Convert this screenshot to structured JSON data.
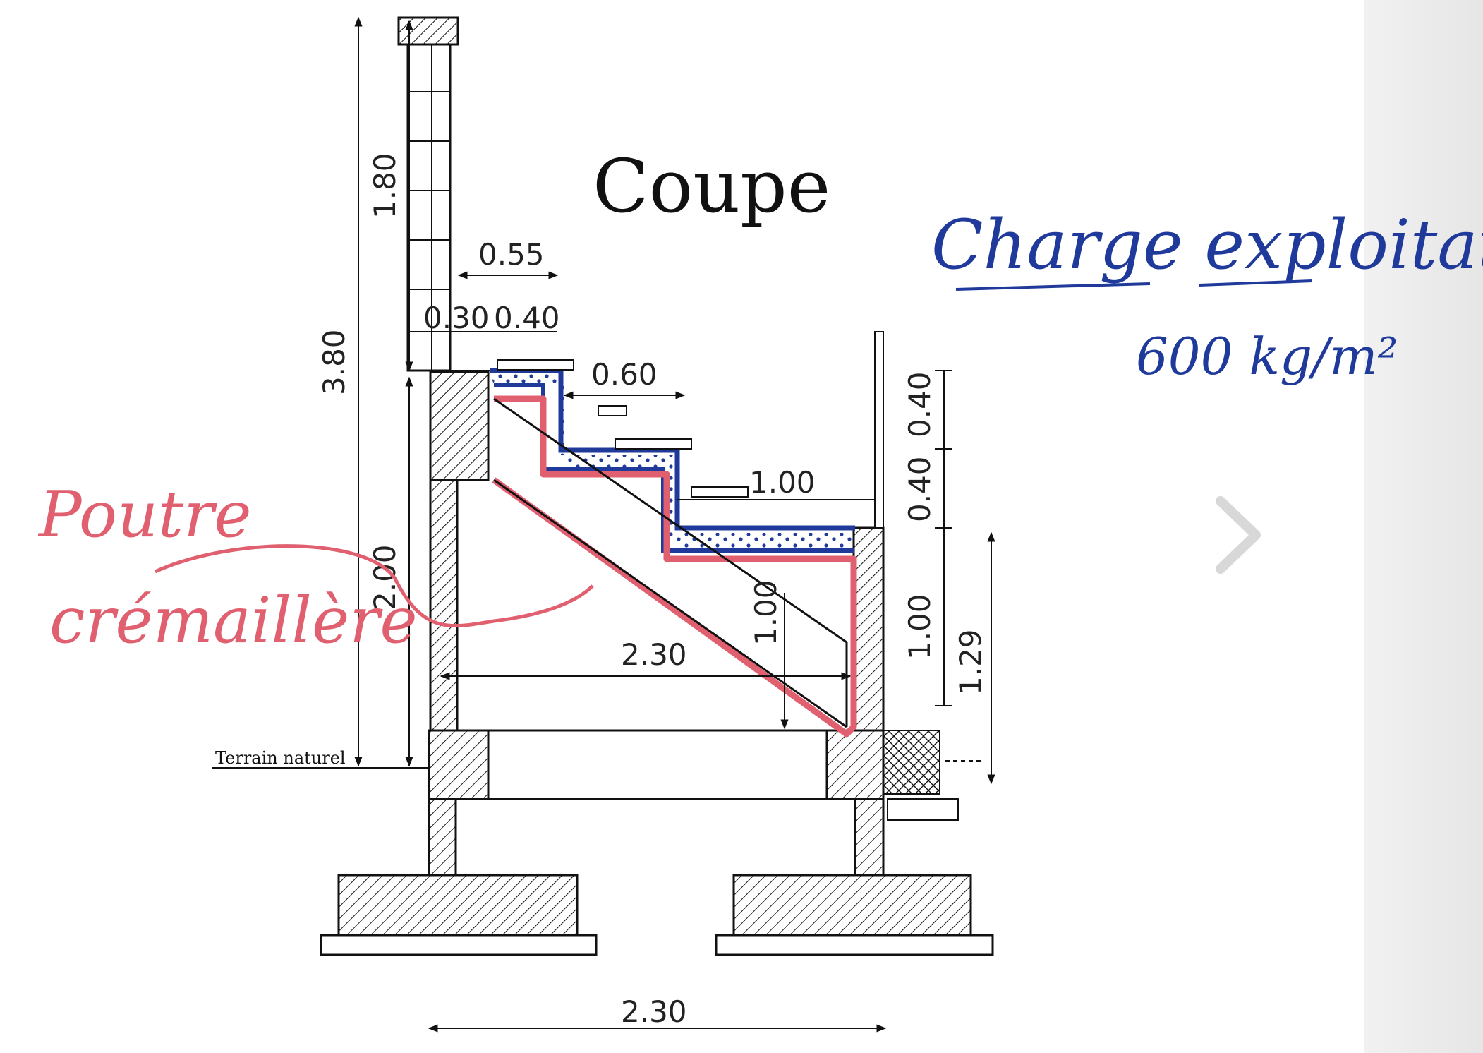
{
  "diagram": {
    "title": "Coupe",
    "dimensions": {
      "total_height": "3.80",
      "parapet_height": "1.80",
      "lower_height": "2.00",
      "d_055": "0.55",
      "d_030": "0.30",
      "d_040": "0.40",
      "d_060": "0.60",
      "d_100_top": "1.00",
      "d_040_a": "0.40",
      "d_040_b": "0.40",
      "d_100_right": "1.00",
      "d_129": "1.29",
      "d_100_vert": "1.00",
      "d_230_inner": "2.30",
      "d_230_bottom": "2.30"
    },
    "ground_label": "Terrain naturel",
    "annotations": {
      "live_load_title": "Charge exploitation",
      "live_load_value": "600 kg/m²",
      "beam_line1": "Poutre",
      "beam_line2": "crémaillère"
    },
    "colors": {
      "ink": "#111111",
      "red_highlight": "#e06070",
      "blue_highlight": "#1f3a9a",
      "handwriting_blue": "#1f3a9a",
      "handwriting_red": "#e06070"
    },
    "nav": {
      "icon": "chevron-right-icon"
    }
  }
}
